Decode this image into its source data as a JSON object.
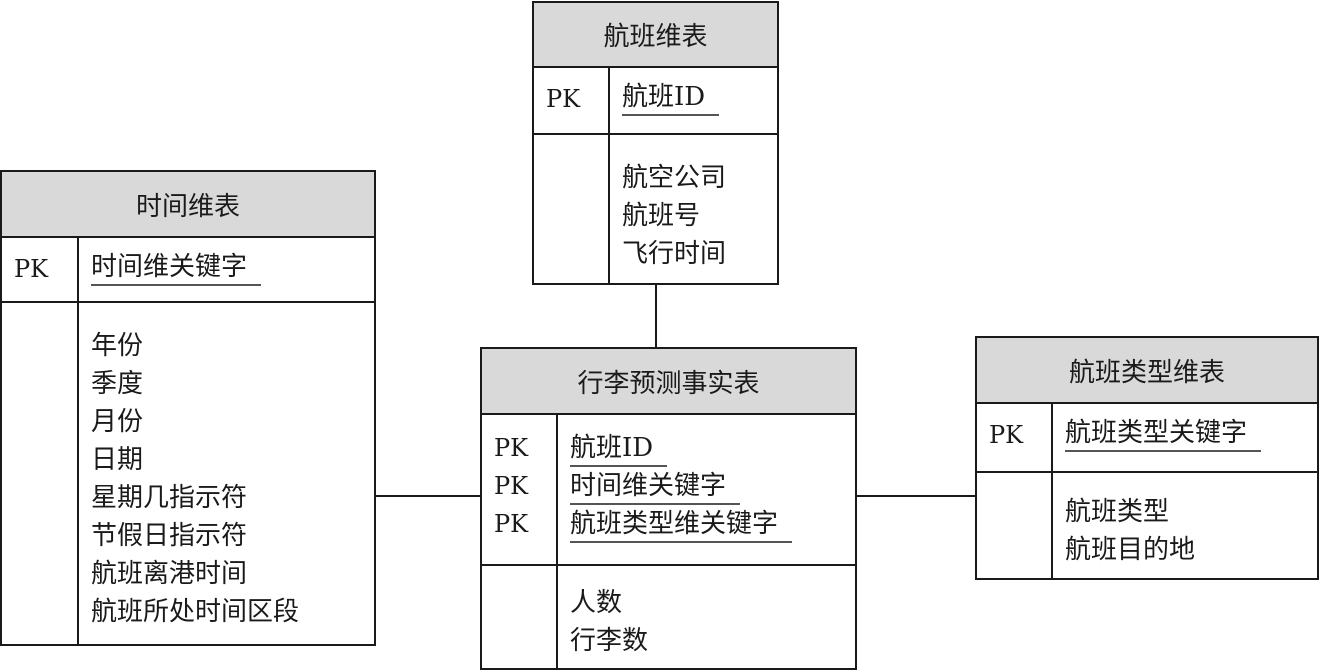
{
  "diagram": {
    "entities": [
      {
        "id": "flight",
        "title": "航班维表",
        "keys": [
          {
            "label": "PK",
            "name": "航班ID"
          }
        ],
        "attributes": [
          "航空公司",
          "航班号",
          "飞行时间"
        ]
      },
      {
        "id": "time",
        "title": "时间维表",
        "keys": [
          {
            "label": "PK",
            "name": "时间维关键字"
          }
        ],
        "attributes": [
          "年份",
          "季度",
          "月份",
          "日期",
          "星期几指示符",
          "节假日指示符",
          "航班离港时间",
          "航班所处时间区段"
        ]
      },
      {
        "id": "fact",
        "title": "行李预测事实表",
        "keys": [
          {
            "label": "PK",
            "name": "航班ID"
          },
          {
            "label": "PK",
            "name": "时间维关键字"
          },
          {
            "label": "PK",
            "name": "航班类型维关键字"
          }
        ],
        "attributes": [
          "人数",
          "行李数"
        ]
      },
      {
        "id": "flighttype",
        "title": "航班类型维表",
        "keys": [
          {
            "label": "PK",
            "name": "航班类型关键字"
          }
        ],
        "attributes": [
          "航班类型",
          "航班目的地"
        ]
      }
    ],
    "relationships": [
      {
        "from": "flight",
        "to": "fact"
      },
      {
        "from": "time",
        "to": "fact"
      },
      {
        "from": "flighttype",
        "to": "fact"
      }
    ],
    "colors": {
      "header_bg": "#d9d9d9",
      "border": "#1a1a1a"
    }
  }
}
